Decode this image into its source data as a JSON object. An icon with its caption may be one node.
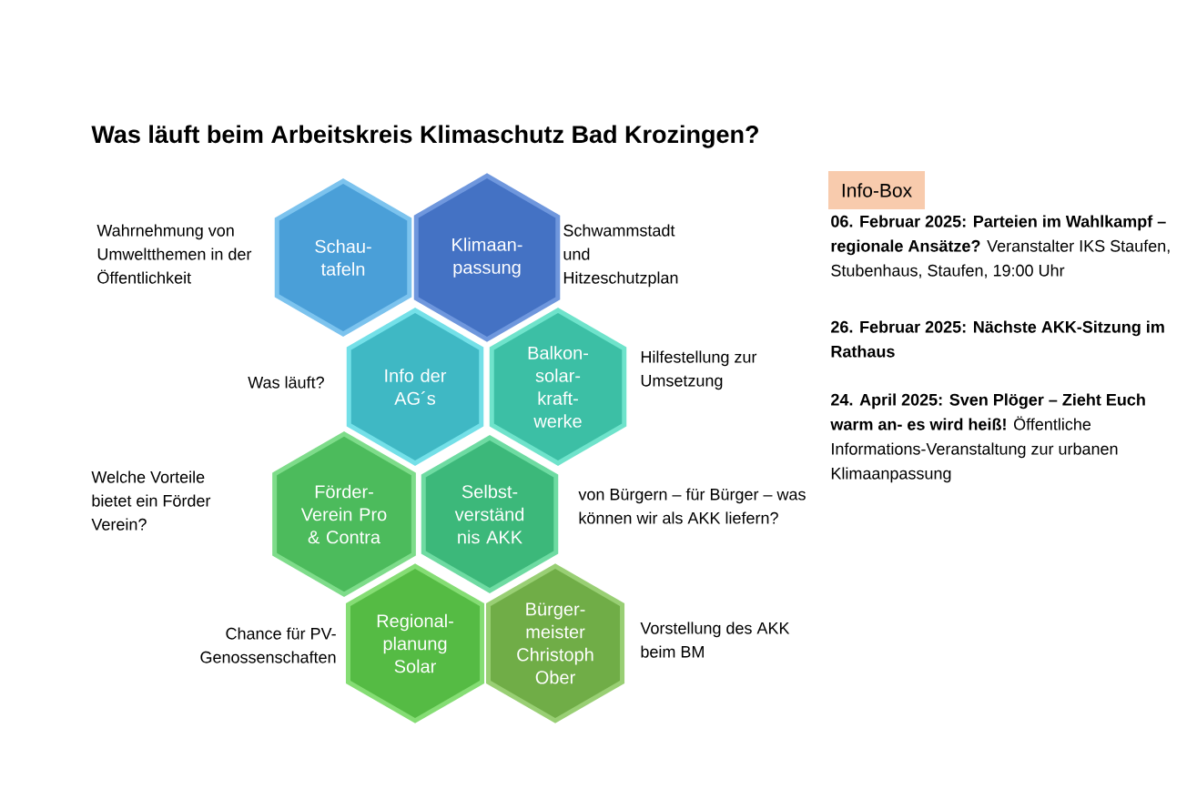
{
  "diagram": {
    "title": "Was läuft beim Arbeitskreis Klimaschutz Bad Krozingen?",
    "nodes": [
      {
        "text": [
          "Schau- tafeln"
        ],
        "beside": [
          "Wahrnehmung von Umweltthemen in der Öffentlichkeit"
        ]
      },
      {
        "text": [
          "Klimaan- passung"
        ],
        "beside": [
          "Schwammstadt und Hitzeschutzplan"
        ]
      },
      {
        "text": [
          "Info der AG´s"
        ],
        "beside": [
          "Was läuft?"
        ]
      },
      {
        "text": [
          "Balkon- solar- kraft- werke"
        ],
        "beside": [
          "Hilfestellung zur Umsetzung"
        ]
      },
      {
        "text": [
          "Förder- Verein Pro & Contra"
        ],
        "beside": [
          "Welche Vorteile bietet ein Förder Verein?"
        ]
      },
      {
        "text": [
          "Selbst- verständ nis AKK"
        ],
        "beside": [
          "von Bürgern – für Bürger – was können wir als AKK liefern?"
        ]
      },
      {
        "text": [
          "Regional- planung Solar"
        ],
        "beside": [
          "Chance für PV- Genossenschaften"
        ]
      },
      {
        "text": [
          "Bürger- meister Christoph Ober"
        ],
        "beside": [
          "Vorstellung des AKK beim BM"
        ]
      },
      {
        "text": [
          "Info-Box"
        ]
      }
    ],
    "edges": [],
    "labels": [
      "**06. Februar 2025: Parteien im Wahlkampf – regionale Ansätze?** Veranstalter IKS Staufen, Stubenhaus, Staufen, 19:00 Uhr",
      "26. Februar 2025: Nächste AKK-Sitzung im Rathaus",
      "**24. April 2025: Sven Plöger – Zieht Euch warm an- es wird heiß!** Öffentliche Informations-Veranstaltung zur urbanen Klimaanpassung"
    ]
  }
}
